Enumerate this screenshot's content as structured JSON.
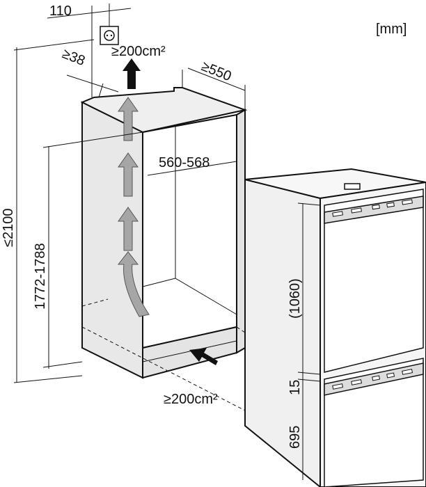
{
  "units": "[mm]",
  "labels": {
    "outlet_width": "110",
    "outlet_offset": "≥38",
    "vent_top": "≥200cm²",
    "vent_bottom": "≥200cm²",
    "depth": "≥550",
    "niche_width": "560-568",
    "max_height": "≤2100",
    "niche_height": "1772-1788",
    "upper_door": "(1060)",
    "gap": "15",
    "lower_door": "695"
  },
  "colors": {
    "line": "#111111",
    "cabinet_fill": "#e4e4e4",
    "appliance_fill": "#f2f2f2",
    "airflow_arrow": "#a6a6a6",
    "solid_arrow": "#111111"
  },
  "icons": {
    "outlet": "power-socket-icon",
    "top_arrow": "air-out-arrow-icon",
    "bottom_arrow": "air-in-arrow-icon",
    "flow": "airflow-arrow-icon"
  }
}
